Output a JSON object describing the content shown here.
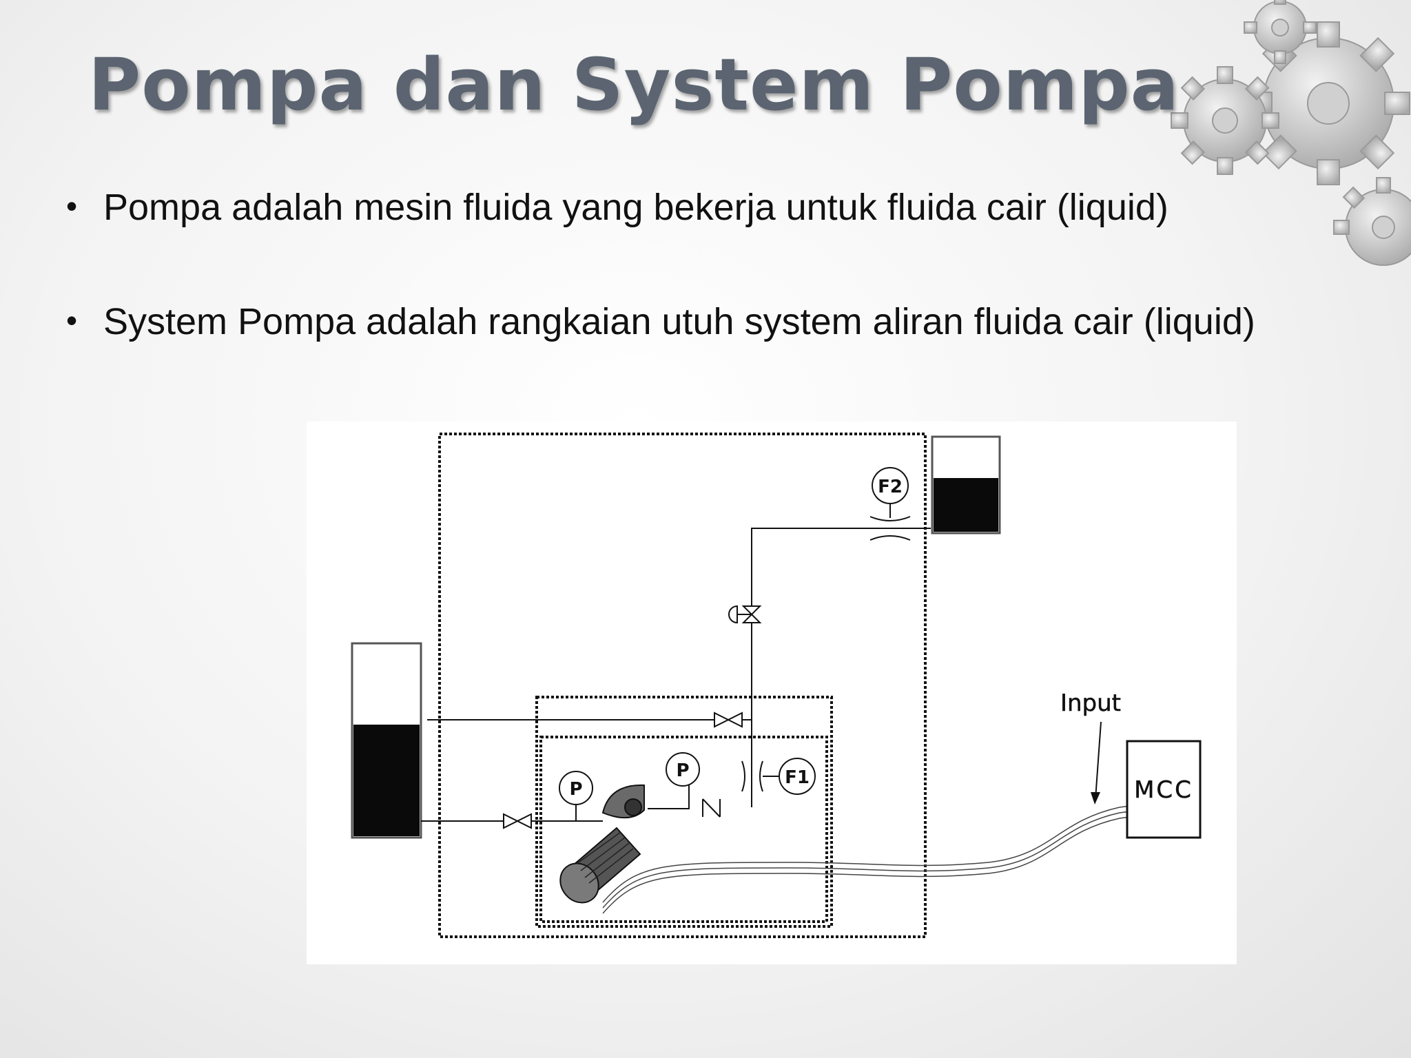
{
  "slide": {
    "title": "Pompa dan System Pompa",
    "bullet_symbol": "•",
    "bullets": [
      "Pompa adalah mesin fluida yang bekerja untuk fluida cair (liquid)",
      "System Pompa adalah rangkaian utuh system aliran fluida cair (liquid)"
    ]
  },
  "diagram": {
    "labels": {
      "gauge_p1": "P",
      "gauge_p2": "P",
      "flow_f1": "F1",
      "flow_f2": "F2",
      "input": "Input",
      "mcc": "MCC"
    }
  },
  "colors": {
    "title": "#5b6470",
    "text": "#111111",
    "tank_fill": "#0a0a0a",
    "motor_fill": "#555555",
    "pump_fill": "#666666"
  }
}
